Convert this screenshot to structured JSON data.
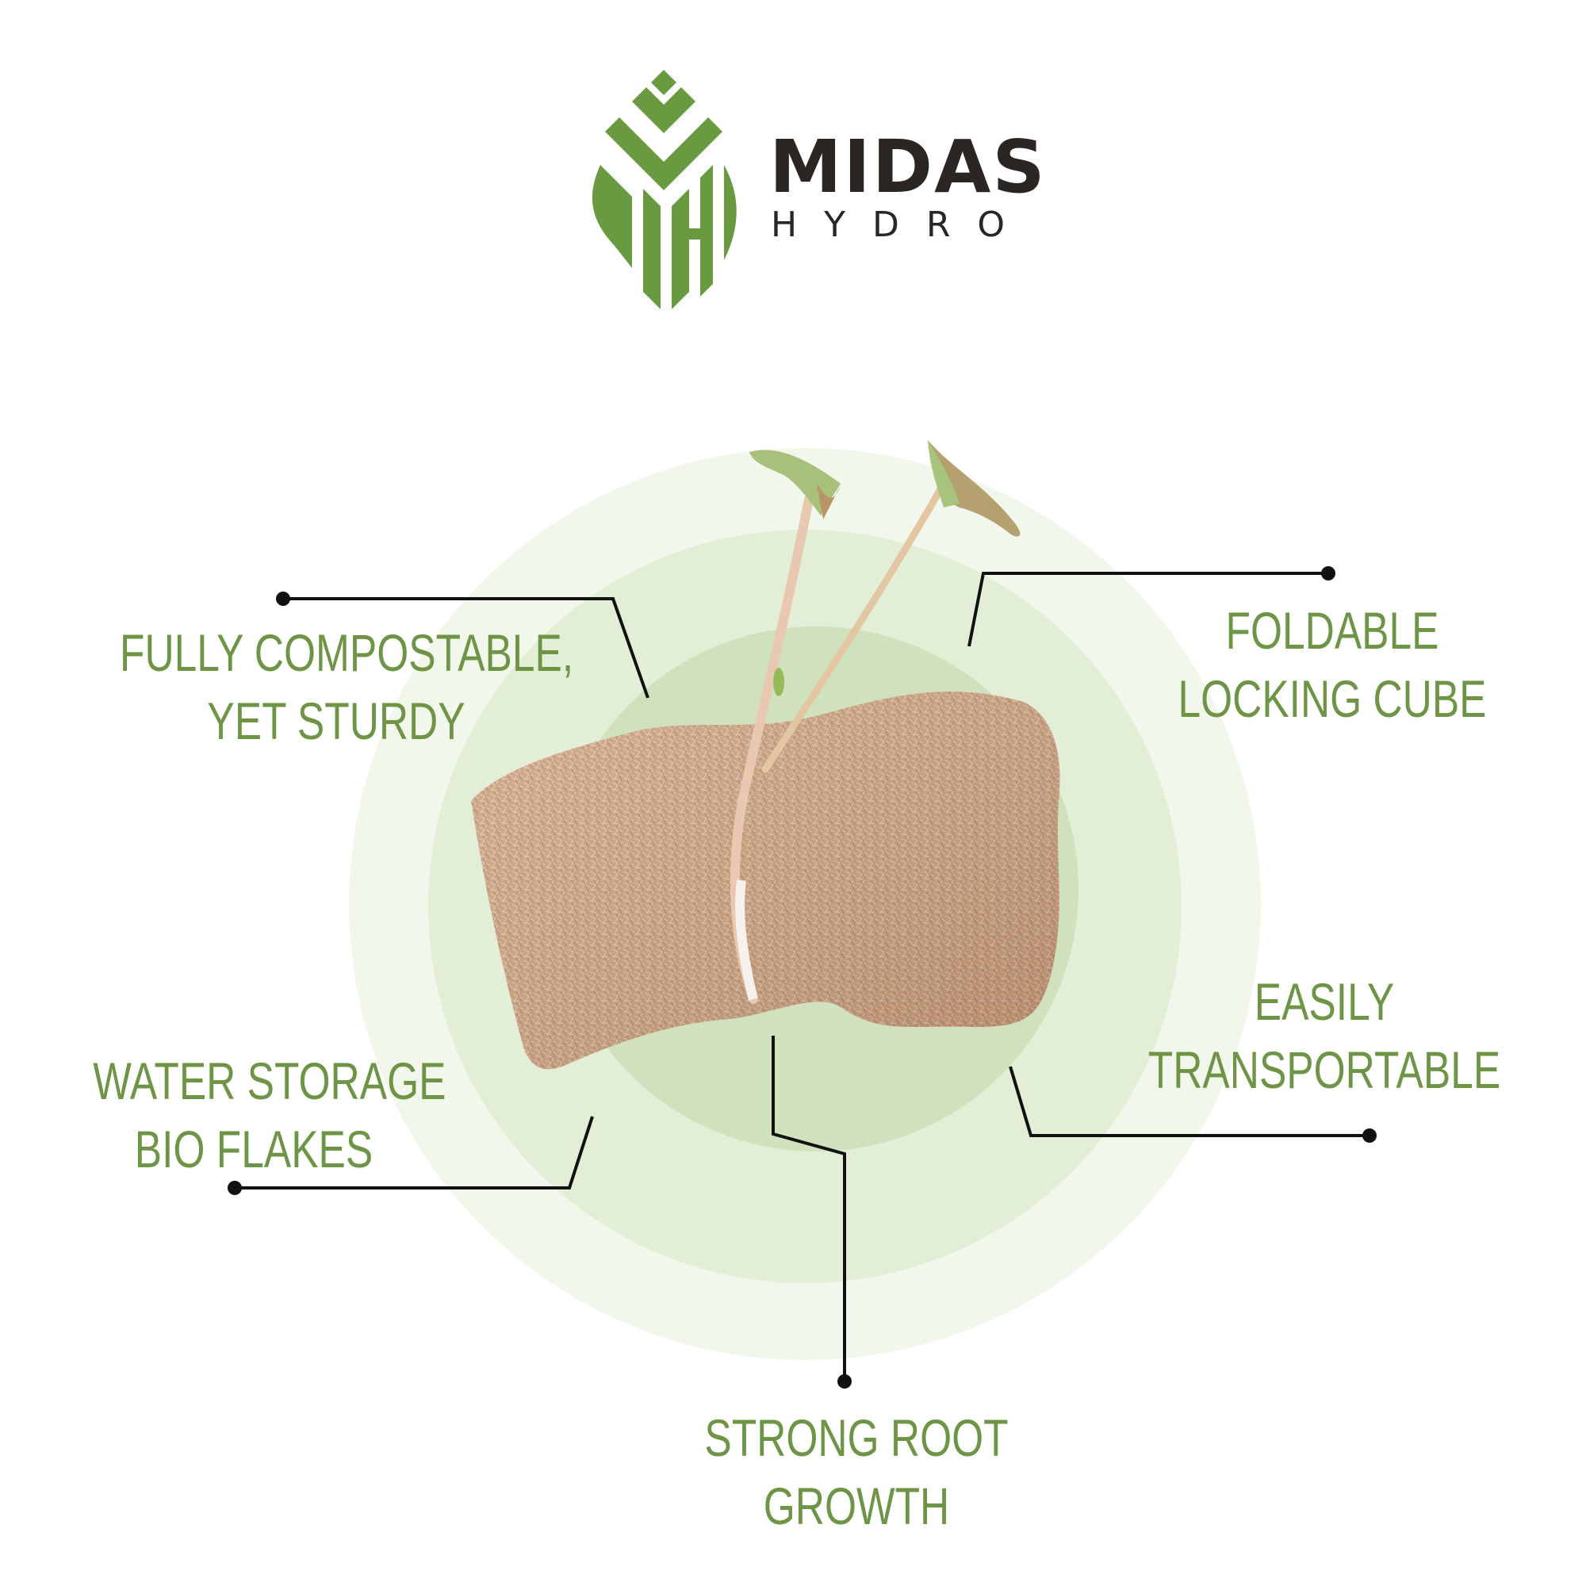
{
  "brand": {
    "name": "MIDAS",
    "sub": "HYDRO",
    "logo_icon": "leaf-mh-monogram-icon",
    "colors": {
      "green": "#6a9a3f",
      "dark": "#2b2624"
    }
  },
  "diagram": {
    "rings": [
      {
        "name": "outer",
        "color": "#f1f7ea"
      },
      {
        "name": "middle",
        "color": "#e2eed6"
      },
      {
        "name": "inner",
        "color": "#cfe2bd"
      }
    ],
    "product_image": "seedling-in-coco-cube",
    "label_color": "#6e9446",
    "line_color": "#111111"
  },
  "callouts": {
    "compostable": {
      "line1": "FULLY COMPOSTABLE,",
      "line2": "YET STURDY"
    },
    "foldable": {
      "line1": "FOLDABLE",
      "line2": "LOCKING CUBE"
    },
    "water": {
      "line1": "WATER STORAGE",
      "line2": "BIO FLAKES"
    },
    "transport": {
      "line1": "EASILY",
      "line2": "TRANSPORTABLE"
    },
    "root": {
      "line1": "STRONG ROOT",
      "line2": "GROWTH"
    }
  }
}
